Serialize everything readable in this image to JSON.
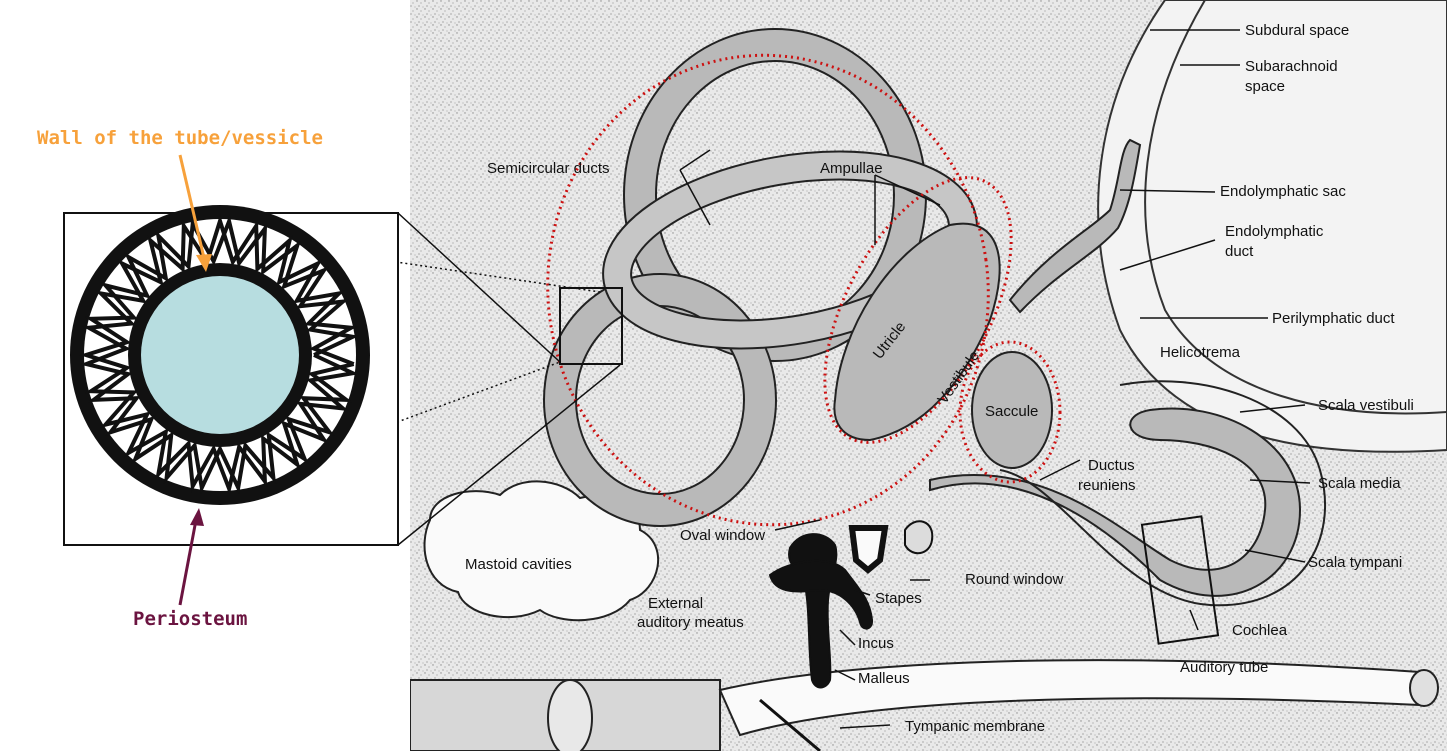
{
  "callouts": {
    "wall": "Wall of the tube/vessicle",
    "periosteum": "Periosteum"
  },
  "labels": {
    "subdural": "Subdural space",
    "subarachnoid_1": "Subarachnoid",
    "subarachnoid_2": "space",
    "endolymphatic_sac": "Endolymphatic sac",
    "endolymphatic_duct_1": "Endolymphatic",
    "endolymphatic_duct_2": "duct",
    "perilymphatic_duct": "Perilymphatic duct",
    "helicotrema": "Helicotrema",
    "scala_vestibuli": "Scala vestibuli",
    "scala_media": "Scala media",
    "scala_tympani": "Scala tympani",
    "cochlea": "Cochlea",
    "auditory_tube": "Auditory tube",
    "tympanic_membrane": "Tympanic membrane",
    "malleus": "Malleus",
    "incus": "Incus",
    "stapes": "Stapes",
    "round_window": "Round window",
    "oval_window": "Oval window",
    "mastoid": "Mastoid cavities",
    "external_1": "External",
    "external_2": "auditory meatus",
    "semicircular": "Semicircular ducts",
    "ampullae": "Ampullae",
    "utricle": "Utricle",
    "vestibule": "Vestibule",
    "saccule": "Saccule",
    "ductus_1": "Ductus",
    "ductus_2": "reuniens"
  },
  "colors": {
    "wall_label": "#f7a13b",
    "periosteum_label": "#6b1440",
    "highlight": "#cc1111",
    "lumen": "#b7dde0",
    "duct_fill": "#b9b9b9"
  }
}
